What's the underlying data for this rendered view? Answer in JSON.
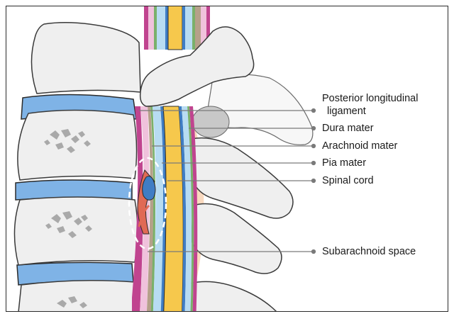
{
  "labels": {
    "posterior_longitudinal_ligament_line1": "Posterior longitudinal",
    "posterior_longitudinal_ligament_line2": "ligament",
    "dura_mater": "Dura mater",
    "arachnoid_mater": "Arachnoid mater",
    "pia_mater": "Pia mater",
    "spinal_cord": "Spinal cord",
    "subarachnoid_space": "Subarachnoid space"
  },
  "colors": {
    "bone_fill": "#efefef",
    "bone_stroke": "#3a3a3a",
    "bone_texture": "#a9a9a9",
    "disc": "#7fb3e6",
    "dark_outline": "#2b2b2b",
    "ligament_magenta": "#c0448f",
    "pink_layer": "#f0c2dc",
    "brown_layer": "#b5a08a",
    "green_layer": "#7ab06a",
    "light_blue_csf": "#b8dcf2",
    "blue_layer": "#3f7dc4",
    "spinal_cord_yellow": "#f6c84c",
    "blood_vessel_red": "#e06a55",
    "peach": "#f9d9bf",
    "leader_line": "#7a7a7a"
  }
}
